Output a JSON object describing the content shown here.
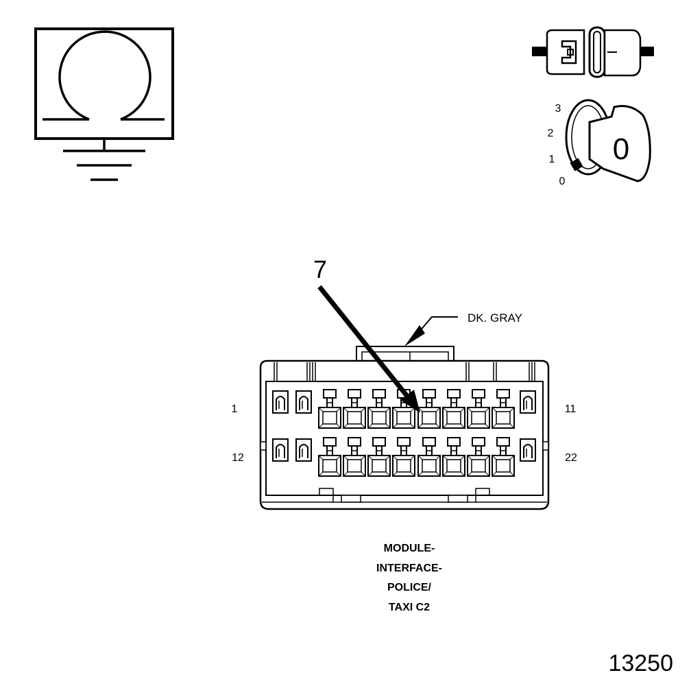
{
  "ohmmeter_icon": "ohm-symbol-with-ground",
  "connector_icon": "connector-pair",
  "ignition": {
    "icon": "ignition-key-switch",
    "positions": [
      "3",
      "2",
      "1",
      "0"
    ],
    "key_label": "0"
  },
  "connector": {
    "callout_pin": "7",
    "color_label": "DK. GRAY",
    "pin_start_label": "1",
    "pin_end_row1_label": "11",
    "pin_start_row2_label": "12",
    "pin_end_label": "22",
    "title_lines": [
      "MODULE-",
      "INTERFACE-",
      "POLICE/",
      "TAXI C2"
    ]
  },
  "figure_number": "13250"
}
